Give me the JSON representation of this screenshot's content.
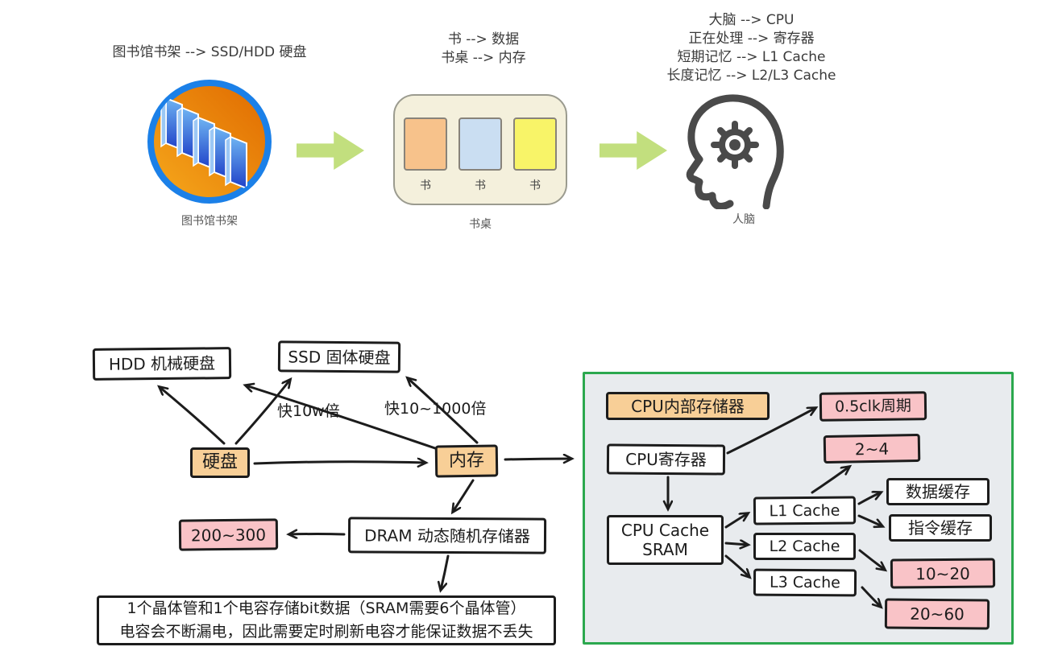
{
  "analogy": {
    "library": {
      "title": "图书馆书架 --> SSD/HDD 硬盘",
      "caption": "图书馆书架"
    },
    "desk": {
      "title_line1": "书 --> 数据",
      "title_line2": "书桌 --> 内存",
      "book_label": "书",
      "caption": "书桌"
    },
    "brain": {
      "title_line1": "大脑 --> CPU",
      "title_line2": "正在处理 --> 寄存器",
      "title_line3": "短期记忆 --> L1 Cache",
      "title_line4": "长度记忆 --> L2/L3 Cache",
      "caption": "人脑"
    }
  },
  "diagram": {
    "nodes": {
      "hdd": "HDD 机械硬盘",
      "ssd": "SSD 固体硬盘",
      "disk": "硬盘",
      "memory": "内存",
      "dram": "DRAM 动态随机存储器",
      "dram_latency": "200~300",
      "note_line1": "1个晶体管和1个电容存储bit数据（SRAM需要6个晶体管）",
      "note_line2": "电容会不断漏电，因此需要定时刷新电容才能保证数据不丢失"
    },
    "edge_labels": {
      "mem_vs_hdd": "快10w倍",
      "mem_vs_ssd": "快10~1000倍"
    },
    "cpu_panel": {
      "internal_storage": "CPU内部存储器",
      "register": "CPU寄存器",
      "register_latency": "0.5clk周期",
      "l1_latency": "2~4",
      "cache_line1": "CPU Cache",
      "cache_line2": "SRAM",
      "l1": "L1 Cache",
      "l2": "L2 Cache",
      "l3": "L3 Cache",
      "data_cache": "数据缓存",
      "instr_cache": "指令缓存",
      "l2_latency": "10~20",
      "l3_latency": "20~60"
    }
  },
  "colors": {
    "orange_box": "#f8cf97",
    "pink_box": "#f9c3c7",
    "panel_border": "#2ba84e",
    "panel_bg": "#e8ebee",
    "green_arrow": "#c2df7e",
    "library_ring_blue": "#1b80e8",
    "library_orange": "#ef8006",
    "brain_gray": "#4a4a4a",
    "ink": "#1c1c1c"
  }
}
